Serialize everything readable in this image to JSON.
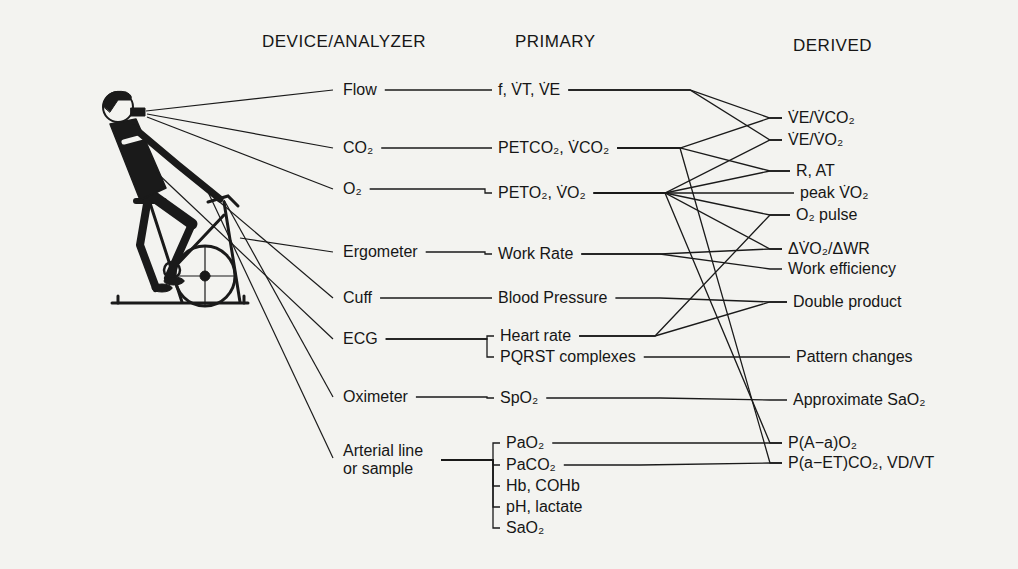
{
  "diagram": {
    "nodes": [
      {
        "text": [
          "Flow"
        ]
      },
      {
        "text": [
          "CO₂"
        ]
      },
      {
        "text": [
          "O₂"
        ]
      },
      {
        "text": [
          "Ergometer"
        ]
      },
      {
        "text": [
          "Cuff"
        ]
      },
      {
        "text": [
          "ECG"
        ]
      },
      {
        "text": [
          "Oximeter"
        ]
      },
      {
        "text": [
          "Arterial line or sample"
        ]
      },
      {
        "text": [
          "f, V̇T, V̇E"
        ]
      },
      {
        "text": [
          "PETCO₂, V̇CO₂"
        ]
      },
      {
        "text": [
          "PETO₂, V̇O₂"
        ]
      },
      {
        "text": [
          "Work Rate"
        ]
      },
      {
        "text": [
          "Blood Pressure"
        ]
      },
      {
        "text": [
          "Heart rate"
        ]
      },
      {
        "text": [
          "PQRST complexes"
        ]
      },
      {
        "text": [
          "SpO₂"
        ]
      },
      {
        "text": [
          "PaO₂"
        ]
      },
      {
        "text": [
          "PaCO₂"
        ]
      },
      {
        "text": [
          "Hb, COHb"
        ]
      },
      {
        "text": [
          "pH, lactate"
        ]
      },
      {
        "text": [
          "SaO₂"
        ]
      },
      {
        "text": [
          "V̇E/V̇CO₂"
        ]
      },
      {
        "text": [
          "V̇E/V̇O₂"
        ]
      },
      {
        "text": [
          "R, AT"
        ]
      },
      {
        "text": [
          "peak V̇O₂"
        ]
      },
      {
        "text": [
          "O₂ pulse"
        ]
      },
      {
        "text": [
          "ΔV̇O₂/ΔWR"
        ]
      },
      {
        "text": [
          "Work efficiency"
        ]
      },
      {
        "text": [
          "Double product"
        ]
      },
      {
        "text": [
          "Pattern changes"
        ]
      },
      {
        "text": [
          "Approximate SaO₂"
        ]
      },
      {
        "text": [
          "P(A−a)O₂"
        ]
      },
      {
        "text": [
          "P(a−ET)CO₂, VD/VT"
        ]
      }
    ],
    "edges": [
      {
        "from": 0,
        "to": 8,
        "arrow": "none"
      },
      {
        "from": 1,
        "to": 9,
        "arrow": "none"
      },
      {
        "from": 2,
        "to": 10,
        "arrow": "none"
      },
      {
        "from": 3,
        "to": 11,
        "arrow": "none"
      },
      {
        "from": 4,
        "to": 12,
        "arrow": "none"
      },
      {
        "from": 5,
        "to": 13,
        "arrow": "none"
      },
      {
        "from": 5,
        "to": 14,
        "arrow": "none"
      },
      {
        "from": 6,
        "to": 15,
        "arrow": "none"
      },
      {
        "from": 7,
        "to": 16,
        "arrow": "none"
      },
      {
        "from": 7,
        "to": 17,
        "arrow": "none"
      },
      {
        "from": 7,
        "to": 18,
        "arrow": "none"
      },
      {
        "from": 7,
        "to": 19,
        "arrow": "none"
      },
      {
        "from": 7,
        "to": 20,
        "arrow": "none"
      },
      {
        "from": 8,
        "to": 21,
        "arrow": "none"
      },
      {
        "from": 8,
        "to": 22,
        "arrow": "none"
      },
      {
        "from": 9,
        "to": 21,
        "arrow": "none"
      },
      {
        "from": 9,
        "to": 23,
        "arrow": "none"
      },
      {
        "from": 9,
        "to": 32,
        "arrow": "none"
      },
      {
        "from": 10,
        "to": 22,
        "arrow": "none"
      },
      {
        "from": 10,
        "to": 23,
        "arrow": "none"
      },
      {
        "from": 10,
        "to": 24,
        "arrow": "none"
      },
      {
        "from": 10,
        "to": 25,
        "arrow": "none"
      },
      {
        "from": 10,
        "to": 26,
        "arrow": "none"
      },
      {
        "from": 10,
        "to": 31,
        "arrow": "none"
      },
      {
        "from": 11,
        "to": 26,
        "arrow": "none"
      },
      {
        "from": 11,
        "to": 27,
        "arrow": "none"
      },
      {
        "from": 12,
        "to": 28,
        "arrow": "none"
      },
      {
        "from": 13,
        "to": 28,
        "arrow": "none"
      },
      {
        "from": 13,
        "to": 25,
        "arrow": "none"
      },
      {
        "from": 14,
        "to": 29,
        "arrow": "none"
      },
      {
        "from": 15,
        "to": 30,
        "arrow": "none"
      },
      {
        "from": 16,
        "to": 31,
        "arrow": "none"
      },
      {
        "from": 17,
        "to": 32,
        "arrow": "none"
      }
    ],
    "labels": [
      "DEVICE/ANALYZER",
      "PRIMARY",
      "DERIVED"
    ]
  }
}
